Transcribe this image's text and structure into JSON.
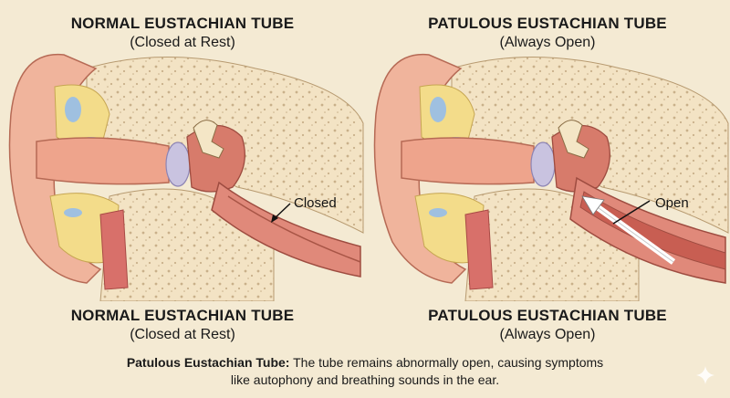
{
  "panels": [
    {
      "title": "NORMAL EUSTACHIAN TUBE",
      "subtitle": "(Closed at Rest)",
      "callout": "Closed",
      "bottom_title": "NORMAL EUSTACHIAN TUBE",
      "bottom_subtitle": "(Closed at Rest)"
    },
    {
      "title": "PATULOUS EUSTACHIAN TUBE",
      "subtitle": "(Always Open)",
      "callout": "Open",
      "bottom_title": "PATULOUS EUSTACHIAN TUBE",
      "bottom_subtitle": "(Always Open)"
    }
  ],
  "caption": {
    "term": "Patulous Eustachian Tube:",
    "text_line1": " The tube remains abnormally open, causing symptoms",
    "text_line2": "like autophony and breathing sounds in the ear."
  },
  "colors": {
    "background": "#f4ead3",
    "skin": "#f0b49c",
    "tube": "#e0897a",
    "bone": "#f3e3c4",
    "fat": "#f3dc8a",
    "eardrum": "#c9c3e0"
  },
  "icons": {
    "watermark": "sparkle-icon"
  }
}
